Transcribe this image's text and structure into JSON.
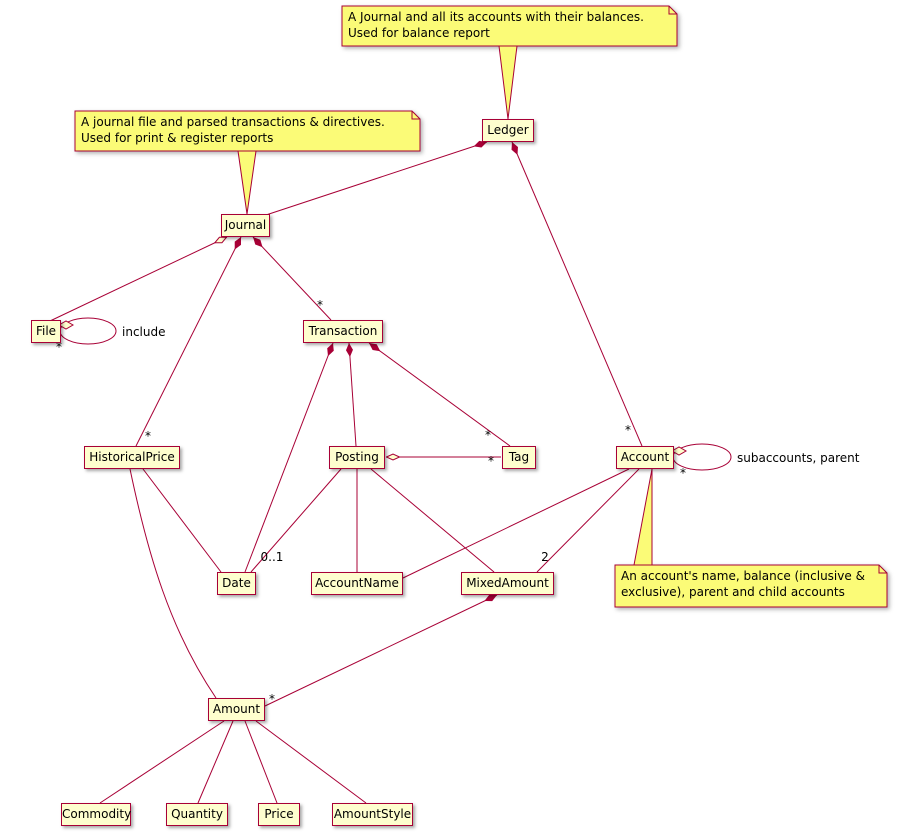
{
  "diagram_type": "uml-class-diagram",
  "notes": {
    "ledger": "A Journal and all its accounts with their balances.\nUsed for balance report",
    "journal": "A journal file and parsed transactions & directives.\nUsed for print & register reports",
    "account": "An account's name, balance (inclusive &\nexclusive), parent and child accounts"
  },
  "nodes": {
    "ledger": "Ledger",
    "journal": "Journal",
    "file": "File",
    "transaction": "Transaction",
    "historicalprice": "HistoricalPrice",
    "posting": "Posting",
    "tag": "Tag",
    "account": "Account",
    "date": "Date",
    "accountname": "AccountName",
    "mixedamount": "MixedAmount",
    "amount": "Amount",
    "commodity": "Commodity",
    "quantity": "Quantity",
    "price": "Price",
    "amountstyle": "AmountStyle"
  },
  "labels": {
    "many": "*",
    "optional": "0..1",
    "two": "2",
    "include": "include",
    "subaccounts": "subaccounts, parent"
  },
  "colors": {
    "node_bg": "#FEFECE",
    "note_bg": "#FBFB77",
    "border": "#A80036",
    "line": "#A80036"
  }
}
